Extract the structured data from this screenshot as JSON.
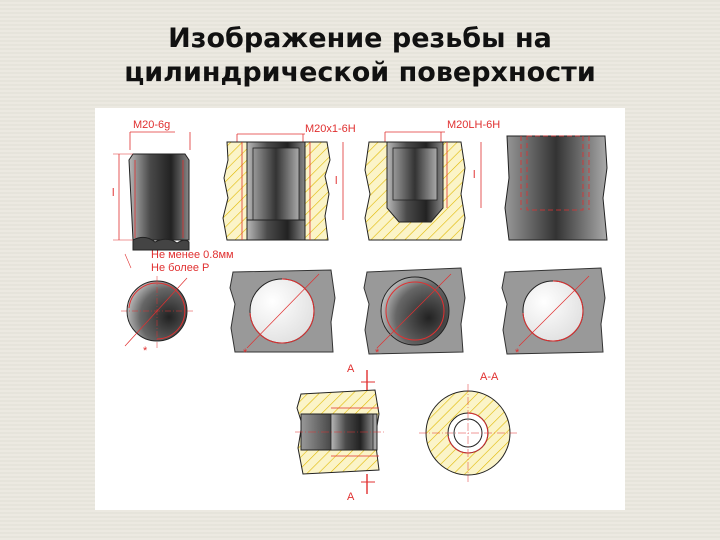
{
  "slide": {
    "title_line1": "Изображение резьбы на",
    "title_line2": "цилиндрической поверхности"
  },
  "figure": {
    "label_m20_6g": "M20-6g",
    "label_m20x1_6h": "M20x1-6H",
    "label_m20lh_6h": "M20LH-6H",
    "length_symbol": "l",
    "note_min": "Не менее 0.8мм",
    "note_max": "Не более Р",
    "section_mark_top": "A",
    "section_mark_bottom": "A",
    "section_title": "A-A",
    "small_mark": "*"
  },
  "colors": {
    "accent": "#e03030",
    "hatch_fill": "#fbf4c8",
    "hatch_line": "#e0b800"
  }
}
